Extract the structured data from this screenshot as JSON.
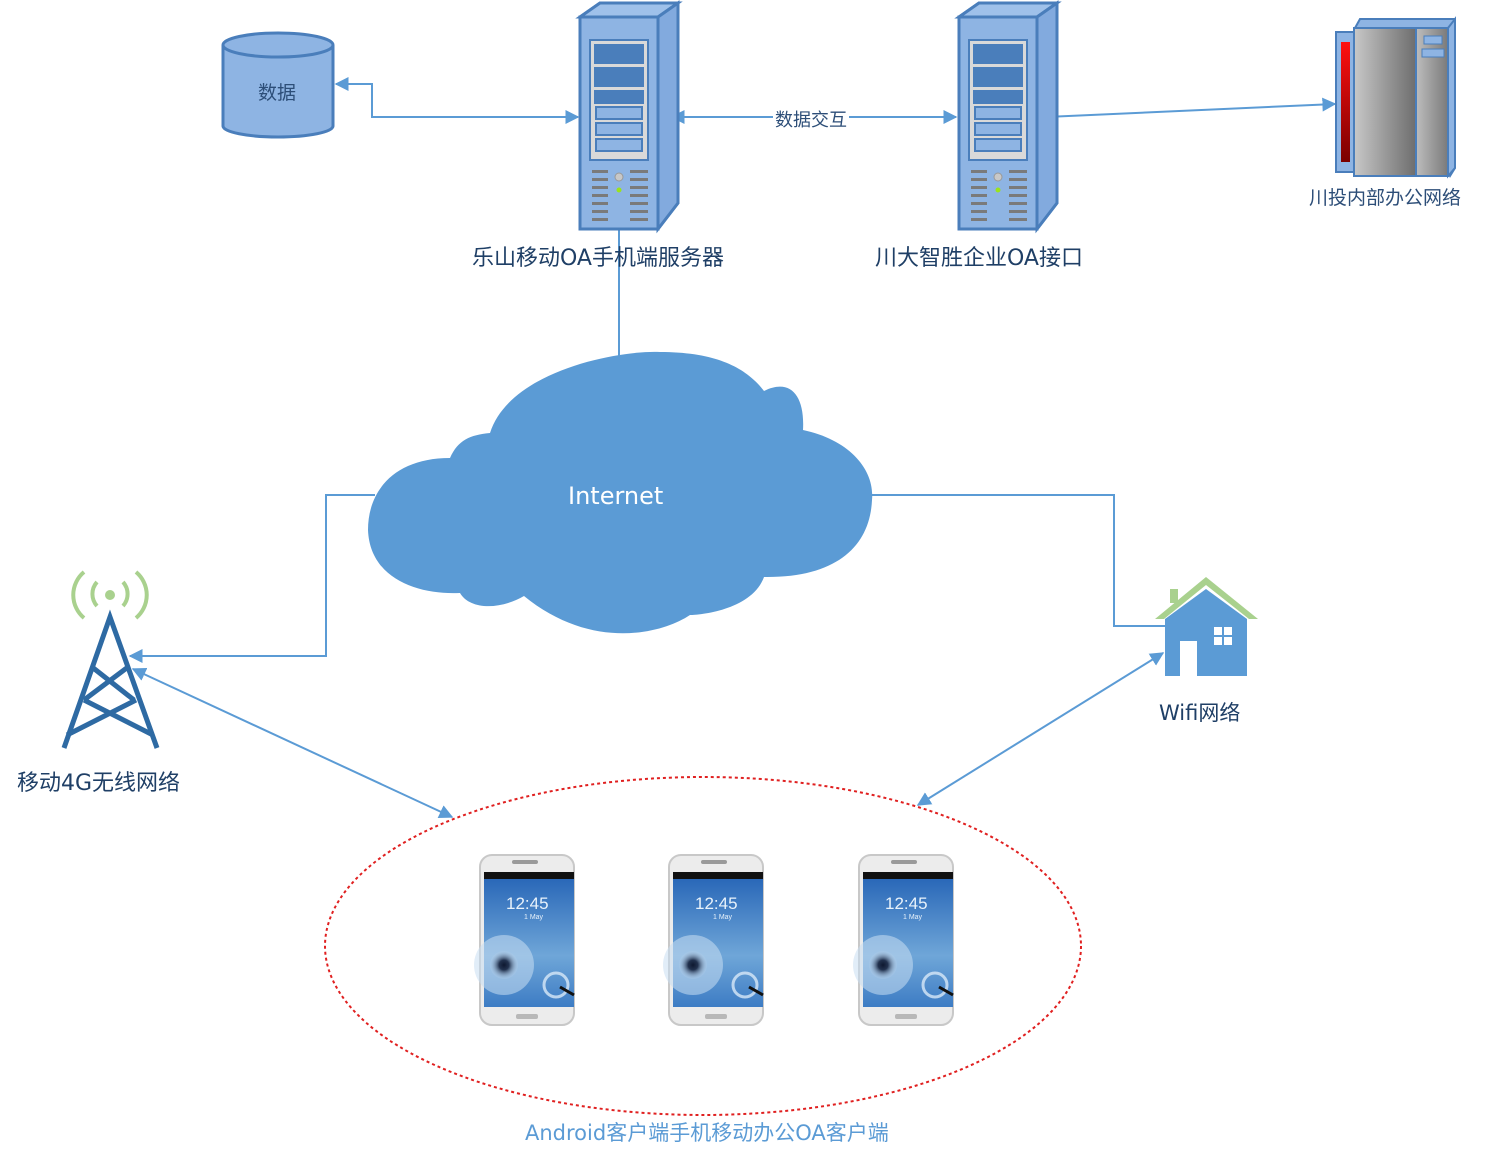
{
  "diagram": {
    "title": "移动OA系统网络拓扑",
    "nodes": {
      "database": {
        "label": "数据",
        "icon": "database-cylinder-icon"
      },
      "mobile_oa_server": {
        "label": "乐山移动OA手机端服务器",
        "icon": "tower-server-icon"
      },
      "oa_interface": {
        "label": "川大智胜企业OA接口",
        "icon": "tower-server-icon"
      },
      "intranet": {
        "label": "川投内部办公网络",
        "icon": "mainframe-icon"
      },
      "internet": {
        "label": "Internet",
        "icon": "cloud-icon"
      },
      "cell_tower": {
        "label": "移动4G无线网络",
        "icon": "cell-tower-icon"
      },
      "wifi": {
        "label": "Wifi网络",
        "icon": "house-icon"
      },
      "clients": {
        "label": "Android客户端手机移动办公OA客户端",
        "icon": "smartphone-icon",
        "count": 3,
        "phone_time": "12:45",
        "phone_date": "1 May"
      }
    },
    "edges": [
      {
        "from": "mobile_oa_server",
        "to": "database",
        "direction": "both"
      },
      {
        "from": "mobile_oa_server",
        "to": "oa_interface",
        "direction": "both",
        "label": "数据交互"
      },
      {
        "from": "oa_interface",
        "to": "intranet",
        "direction": "forward"
      },
      {
        "from": "mobile_oa_server",
        "to": "internet",
        "direction": "forward"
      },
      {
        "from": "internet",
        "to": "cell_tower",
        "direction": "forward"
      },
      {
        "from": "internet",
        "to": "wifi",
        "direction": "none"
      },
      {
        "from": "cell_tower",
        "to": "clients",
        "direction": "both"
      },
      {
        "from": "wifi",
        "to": "clients",
        "direction": "both"
      }
    ],
    "colors": {
      "line": "#5b9bd5",
      "server_fill": "#8eb4e3",
      "server_stroke": "#4a7ebb",
      "cloud": "#5b9bd5",
      "tower": "#2e6aa3",
      "signal": "#a9d18e",
      "house": "#5b9bd5",
      "roof": "#a9d18e",
      "ellipse": "#e02020",
      "mainframe_red": "#e00000"
    }
  }
}
